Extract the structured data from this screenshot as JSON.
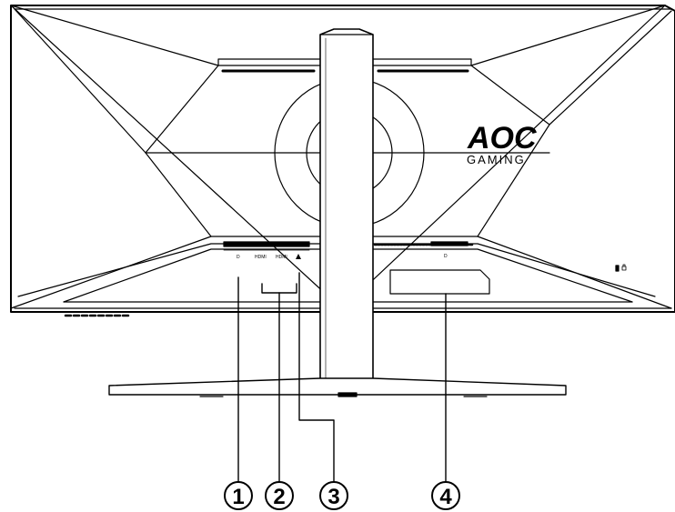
{
  "brand": {
    "logo_text": "AOC",
    "logo_subtext": "GAMING"
  },
  "ports": {
    "port_1": "D",
    "port_2a": "HDMI",
    "port_2b": "HDMI",
    "right_port": "D"
  },
  "callouts": [
    {
      "number": "1"
    },
    {
      "number": "2"
    },
    {
      "number": "3"
    },
    {
      "number": "4"
    }
  ],
  "colors": {
    "line": "#000000",
    "background": "#ffffff"
  }
}
